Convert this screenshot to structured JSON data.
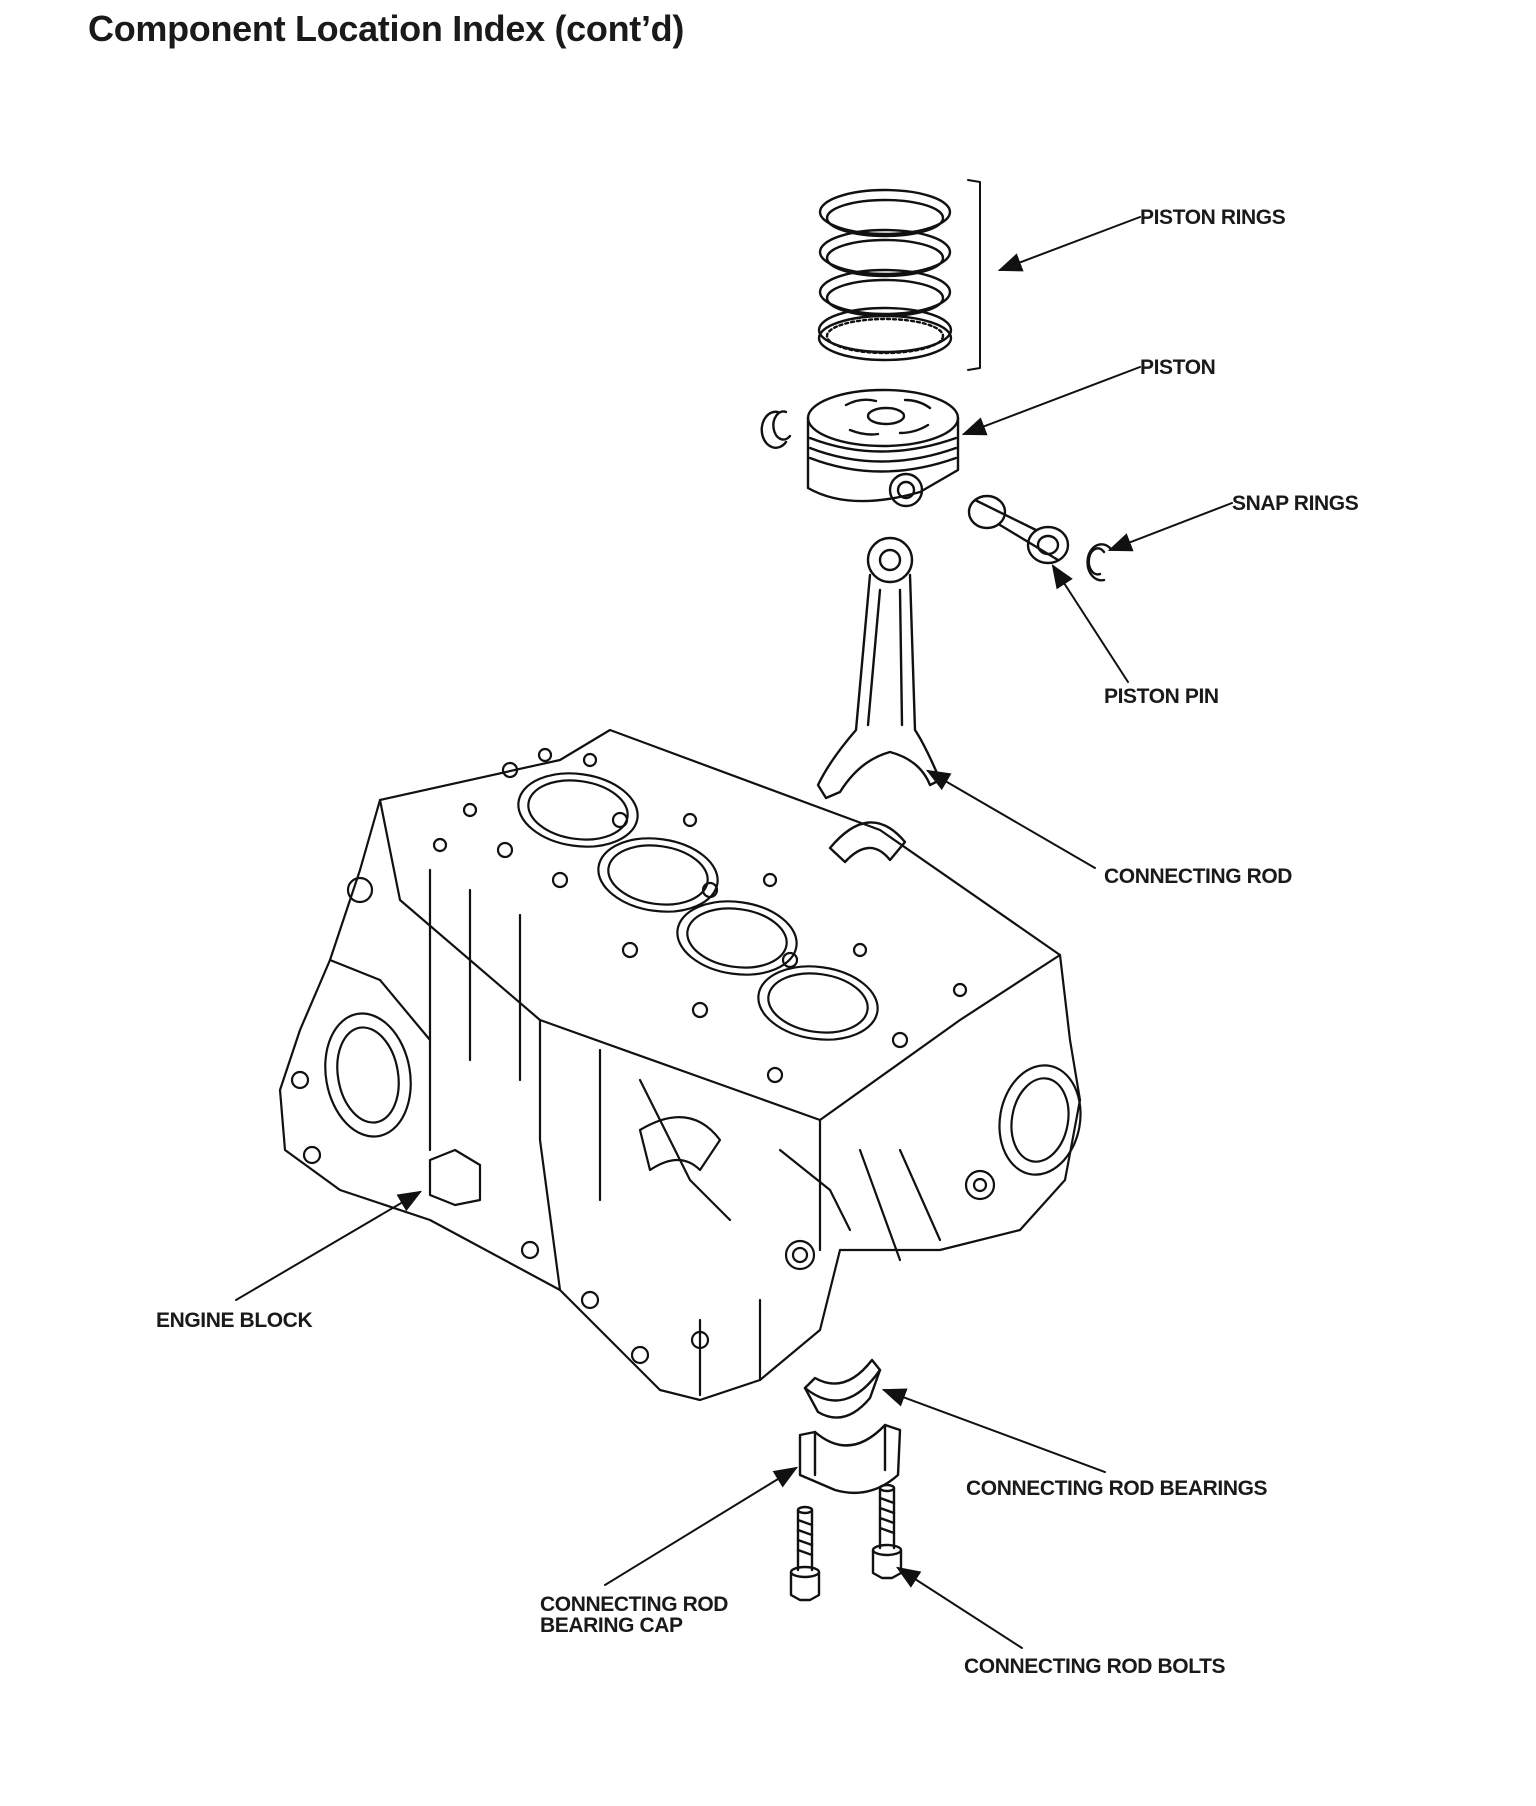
{
  "page": {
    "title": "Component Location Index (cont’d)"
  },
  "labels": {
    "piston_rings": "PISTON RINGS",
    "piston": "PISTON",
    "snap_rings": "SNAP RINGS",
    "piston_pin": "PISTON PIN",
    "connecting_rod": "CONNECTING ROD",
    "engine_block": "ENGINE BLOCK",
    "connecting_rod_bearings": "CONNECTING ROD BEARINGS",
    "connecting_rod_bearing_cap_line1": "CONNECTING ROD",
    "connecting_rod_bearing_cap_line2": "BEARING CAP",
    "connecting_rod_bolts": "CONNECTING ROD BOLTS"
  },
  "colors": {
    "line": "#111111",
    "background": "#ffffff"
  }
}
